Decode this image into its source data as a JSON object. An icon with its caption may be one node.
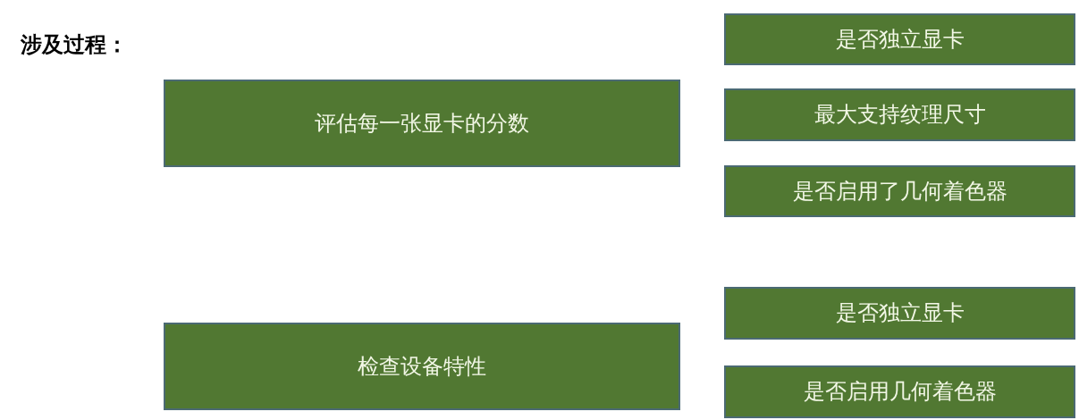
{
  "diagram": {
    "title": "涉及过程：",
    "nodes": [
      {
        "text": [
          "评估每一张显卡的分数"
        ]
      },
      {
        "text": [
          "是否独立显卡"
        ]
      },
      {
        "text": [
          "最大支持纹理尺寸"
        ]
      },
      {
        "text": [
          "是否启用了几何着色器"
        ]
      },
      {
        "text": [
          "检查设备特性"
        ]
      },
      {
        "text": [
          "是否独立显卡"
        ]
      },
      {
        "text": [
          "是否启用几何着色器"
        ]
      }
    ]
  }
}
